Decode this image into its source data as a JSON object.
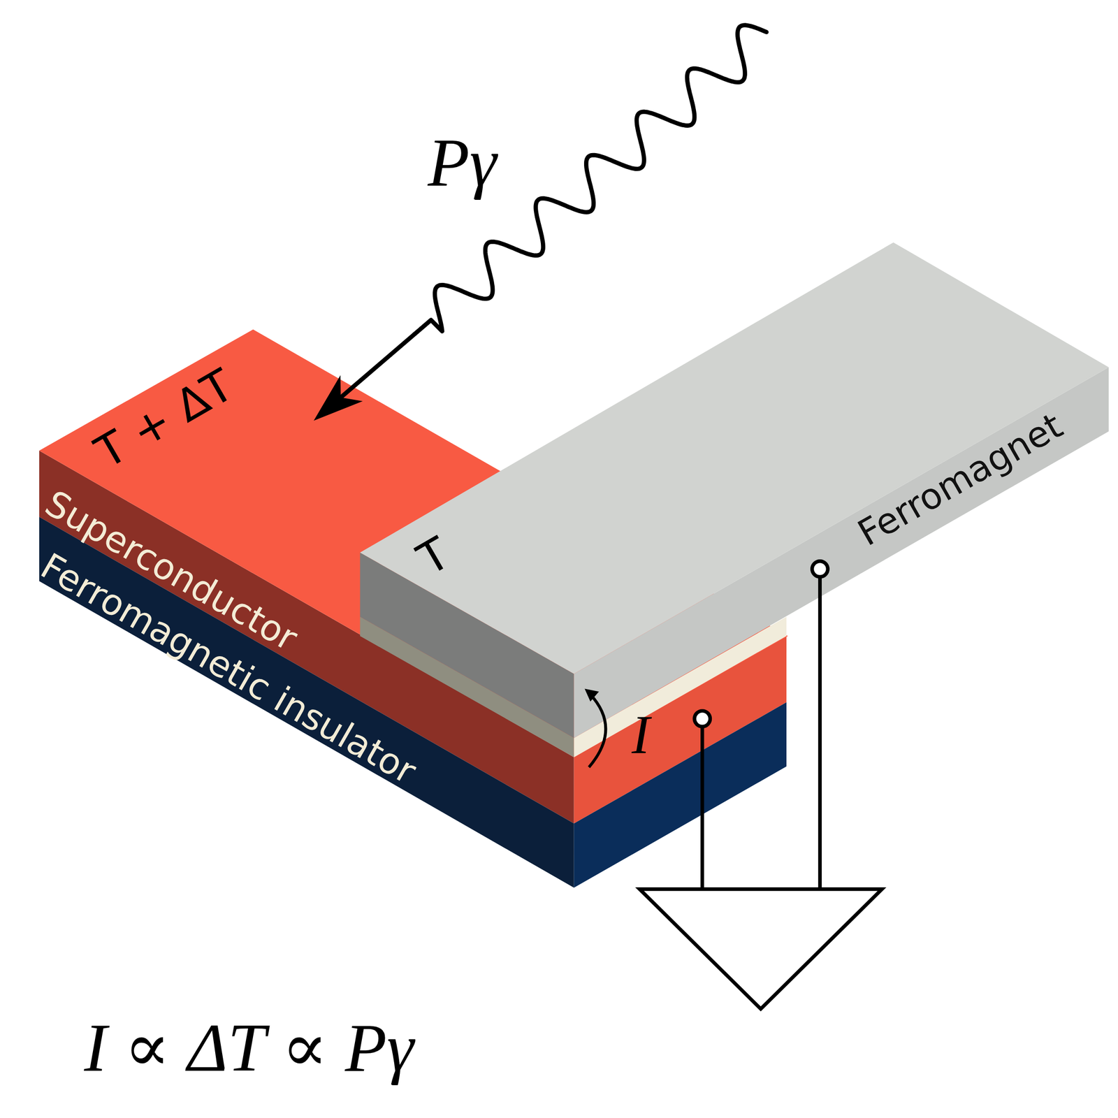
{
  "diagram": {
    "labels": [
      "Pγ",
      "T + ΔT",
      "Superconductor",
      "Ferromagnetic insulator",
      "T",
      "Ferromagnet",
      "I",
      "I ∝ ΔT ∝ Pγ"
    ]
  }
}
